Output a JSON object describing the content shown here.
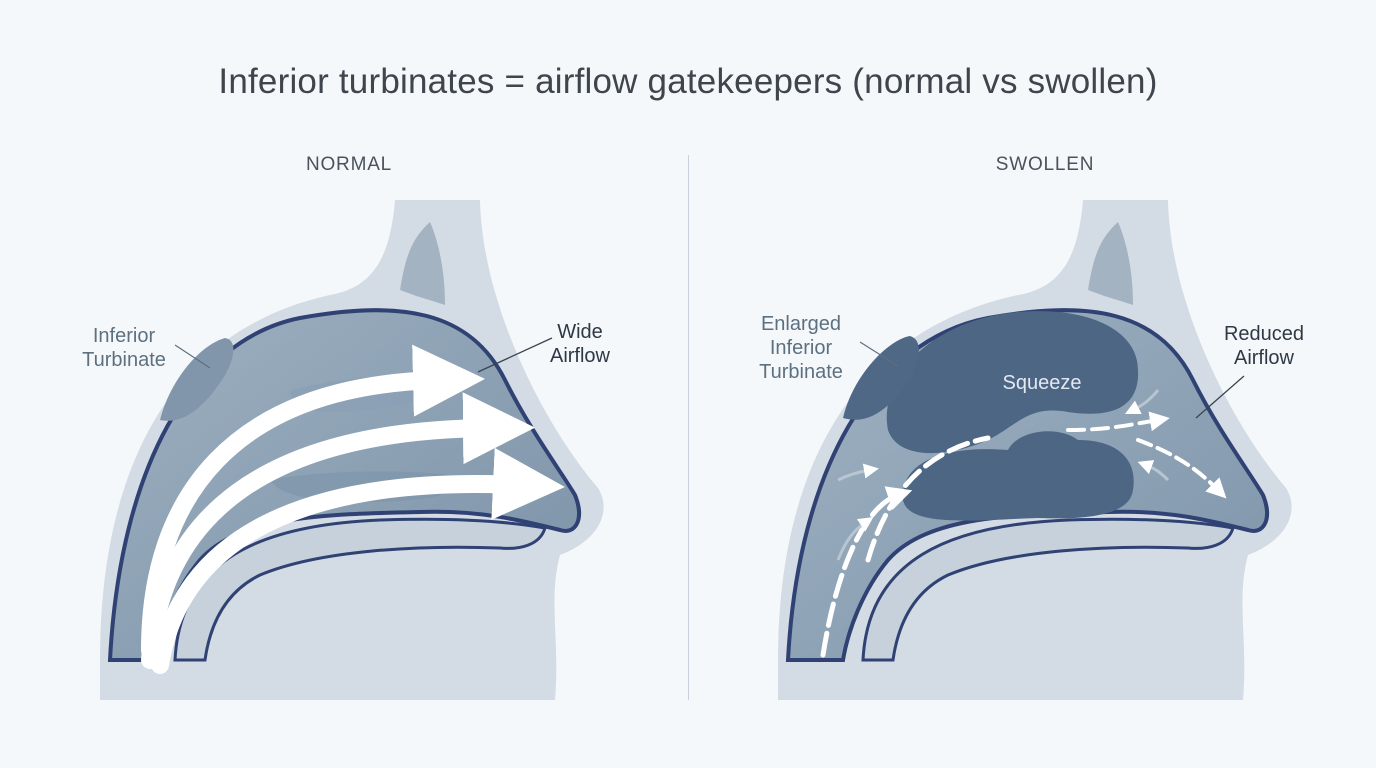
{
  "title": "Inferior turbinates = airflow gatekeepers (normal vs swollen)",
  "panels": {
    "normal": {
      "heading": "NORMAL",
      "label_left": [
        "Inferior",
        "Turbinate"
      ],
      "label_right": [
        "Wide",
        "Airflow"
      ]
    },
    "swollen": {
      "heading": "SWOLLEN",
      "label_left": [
        "Enlarged",
        "Inferior",
        "Turbinate"
      ],
      "label_center": "Squeeze",
      "label_right": [
        "Reduced",
        "Airflow"
      ]
    }
  },
  "colors": {
    "background": "#f5f8fb",
    "tissue": "#d3dbe4",
    "cavity": "#8b9fb2",
    "mucosa_outline": "#2f4273",
    "swollen_turbinate": "#4d6684",
    "airflow": "#ffffff"
  }
}
